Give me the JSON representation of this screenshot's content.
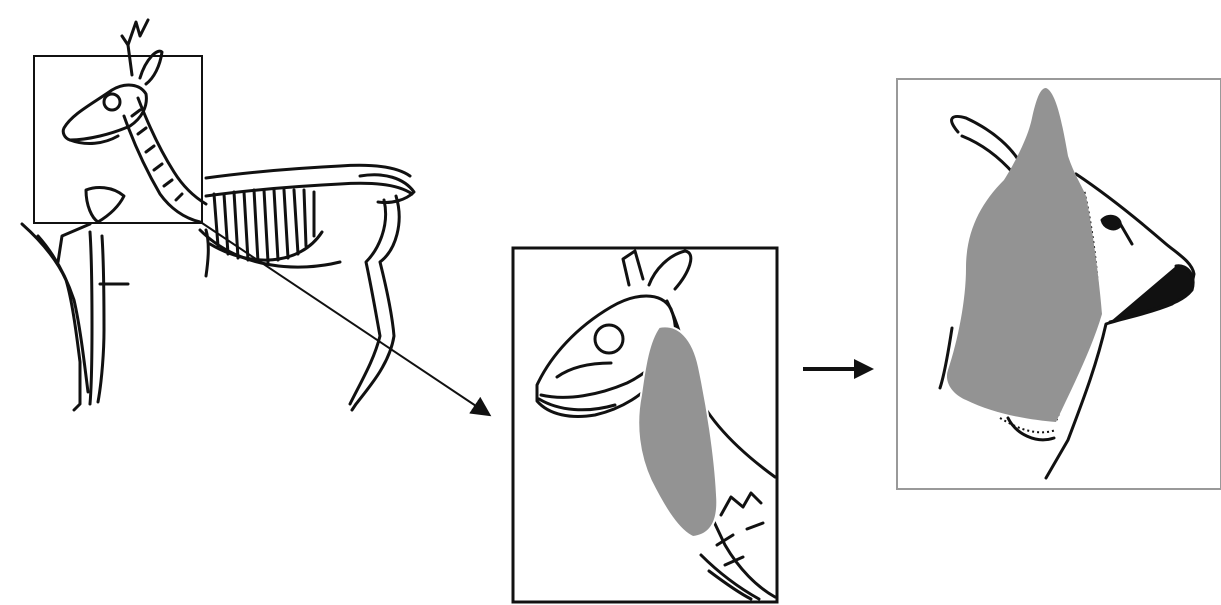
{
  "figure": {
    "panels": [
      {
        "id": "skeleton",
        "icon": "deer-skeleton-icon"
      },
      {
        "id": "zoom",
        "icon": "deer-skull-neck-icon"
      },
      {
        "id": "head",
        "icon": "deer-head-icon"
      }
    ],
    "arrows": [
      "diagonal-zoom-arrow",
      "right-arrow"
    ],
    "colors": {
      "line": "#111111",
      "highlight": "#939393",
      "frame": "#999999",
      "background": "#ffffff"
    }
  }
}
